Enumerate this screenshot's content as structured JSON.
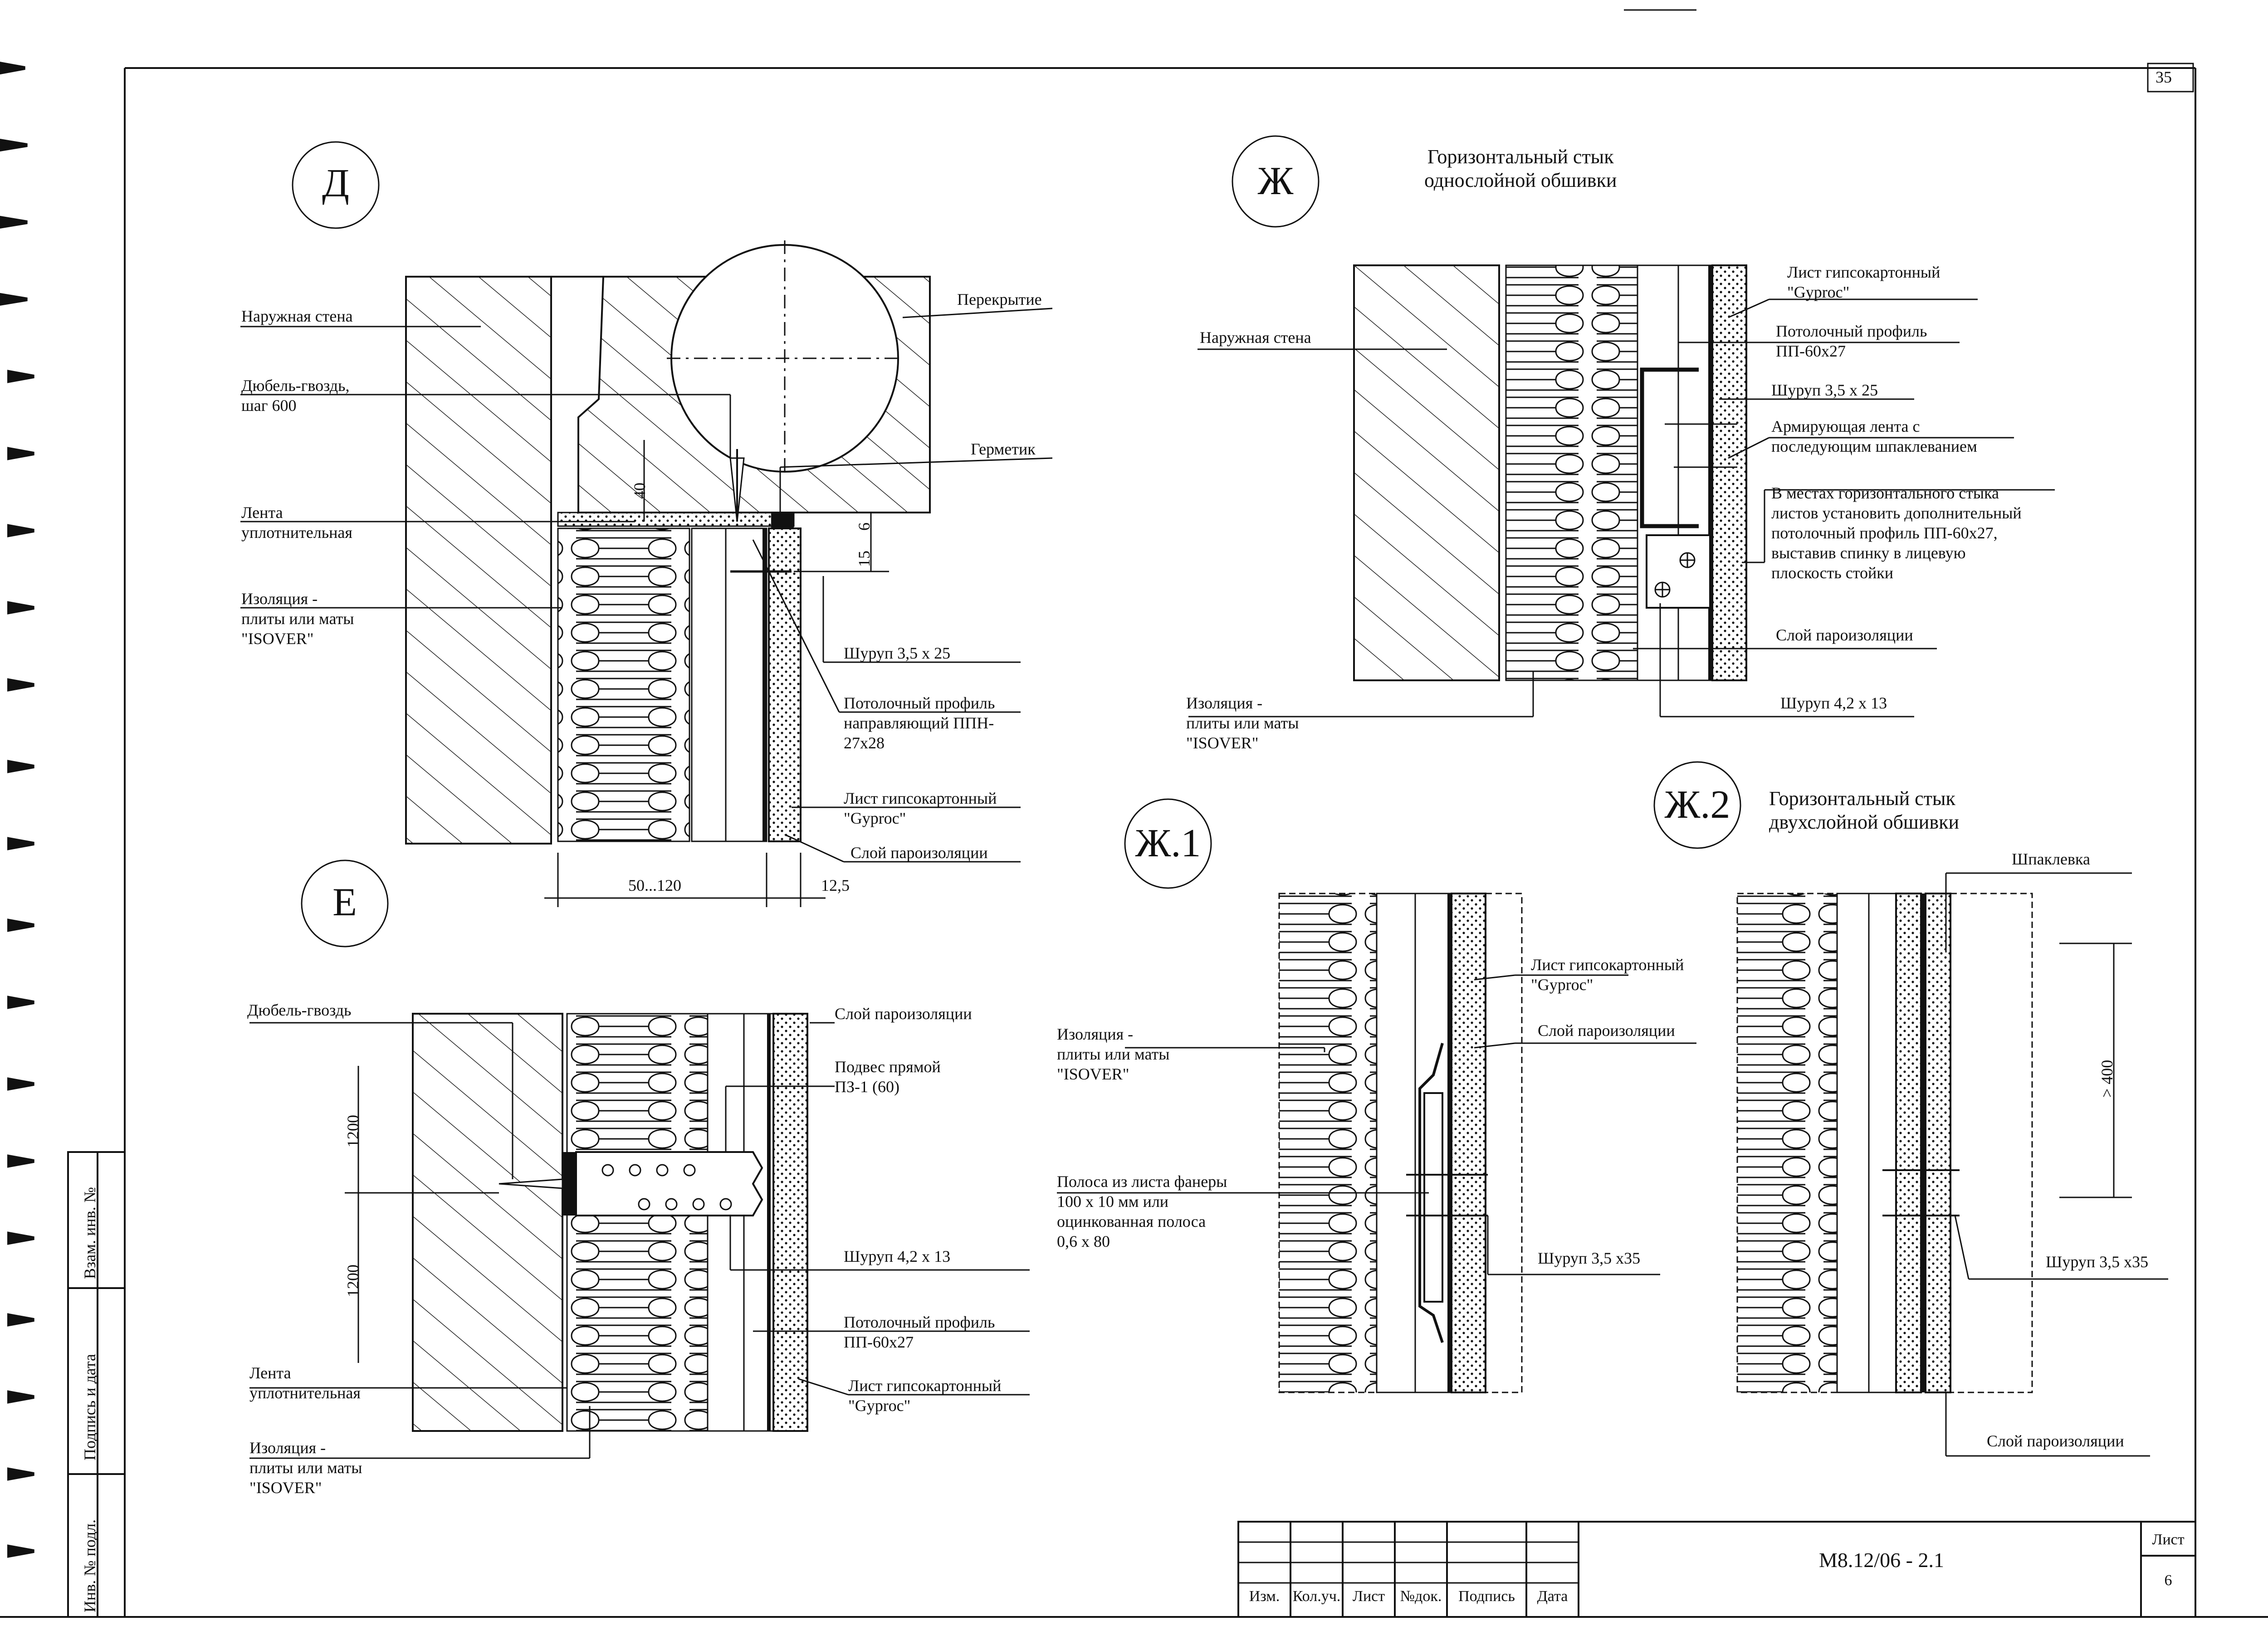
{
  "sheet": {
    "page_number": "35",
    "document_code": "М8.12/06 - 2.1",
    "sheet_label": "Лист",
    "sheet_number": "6",
    "stamp_columns": [
      "Изм.",
      "Кол.уч.",
      "Лист",
      "№док.",
      "Подпись",
      "Дата"
    ],
    "side_stamp": [
      "Инв. № подл.",
      "Подпись и дата",
      "Взам. инв. №"
    ]
  },
  "detail_d": {
    "mark": "Д",
    "labels": {
      "outer_wall": "Наружная стена",
      "dowel_nail": "Дюбель-гвоздь,\nшаг 600",
      "tape": "Лента\nуплотнительная",
      "insulation": "Изоляция -\nплиты или маты\n\"ISOVER\"",
      "floor_slab": "Перекрытие",
      "sealant": "Герметик",
      "screw": "Шуруп 3,5 х 25",
      "profile": "Потолочный профиль\nнаправляющий ППН-\n27х28",
      "gypsum": "Лист гипсокартонный\n\"Gyproc\"",
      "vapor": "Слой пароизоляции"
    },
    "dims": {
      "d40": "40",
      "d6": "6",
      "d15": "15",
      "width": "50...120",
      "board": "12,5"
    }
  },
  "detail_e": {
    "mark": "Е",
    "labels": {
      "dowel_nail": "Дюбель-гвоздь",
      "vapor": "Слой пароизоляции",
      "hanger": "Подвес прямой\nПЗ-1 (60)",
      "screw": "Шуруп 4,2 х 13",
      "profile": "Потолочный профиль\nПП-60х27",
      "tape": "Лента\nуплотнительная",
      "gypsum": "Лист гипсокартонный\n\"Gyproc\"",
      "insulation": "Изоляция -\nплиты или маты\n\"ISOVER\""
    },
    "dims": {
      "upper": "1200",
      "lower": "1200"
    }
  },
  "detail_zh": {
    "mark": "Ж",
    "title": "Горизонтальный стык\nоднослойной обшивки",
    "labels": {
      "outer_wall": "Наружная стена",
      "gypsum": "Лист гипсокартонный\n\"Gyproc\"",
      "profile": "Потолочный профиль\nПП-60х27",
      "screw_a": "Шуруп 3,5 х 25",
      "tape": "Армирующая лента с\nпоследующим шпаклеванием",
      "note": "В местах горизонтального стыка\nлистов установить дополнительный\nпотолочный профиль ПП-60х27,\nвыставив  спинку в лицевую\nплоскость стойки",
      "vapor": "Слой пароизоляции",
      "screw_b": "Шуруп 4,2 х 13",
      "insulation": "Изоляция -\nплиты или маты\n\"ISOVER\""
    }
  },
  "detail_zh1": {
    "mark": "Ж.1",
    "labels": {
      "gypsum": "Лист гипсокартонный\n\"Gyproc\"",
      "vapor": "Слой пароизоляции",
      "insulation": "Изоляция -\nплиты или маты\n\"ISOVER\"",
      "strip": "Полоса из листа фанеры\n100  х 10 мм или\nоцинкованная полоса\n 0,6 х 80",
      "screw": "Шуруп 3,5 х35"
    }
  },
  "detail_zh2": {
    "mark": "Ж.2",
    "title": "Горизонтальный стык\nдвухслойной обшивки",
    "labels": {
      "putty": "Шпаклевка",
      "screw": "Шуруп 3,5 х35",
      "vapor": "Слой пароизоляции"
    },
    "dims": {
      "min": "> 400"
    }
  }
}
